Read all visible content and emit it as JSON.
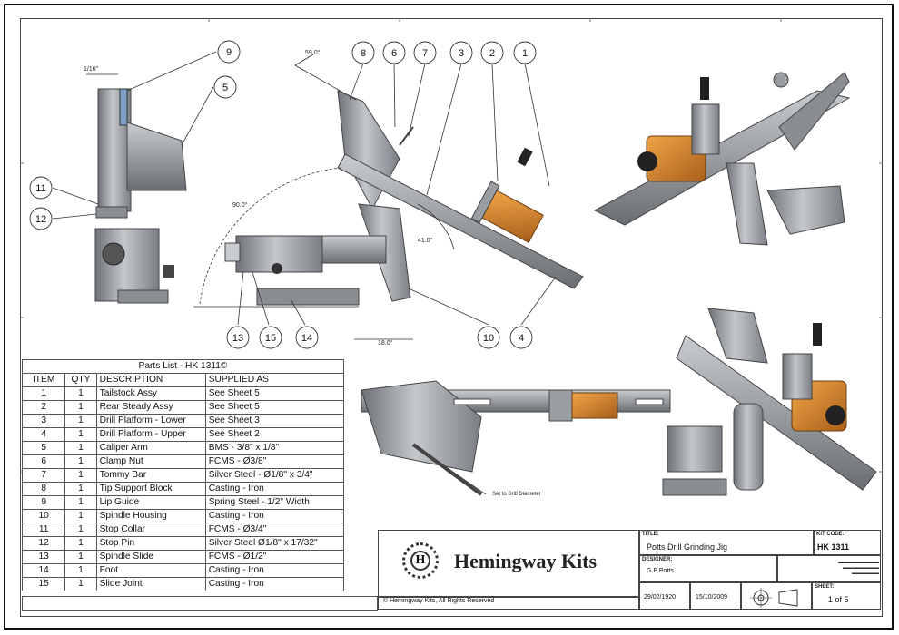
{
  "callouts": {
    "n1": "1",
    "n2": "2",
    "n3": "3",
    "n4": "4",
    "n5": "5",
    "n6": "6",
    "n7": "7",
    "n8": "8",
    "n9": "9",
    "n10": "10",
    "n11": "11",
    "n12": "12",
    "n13": "13",
    "n14": "14",
    "n15": "15"
  },
  "dimensions": {
    "d_116": "1/16\"",
    "d_59": "59.0°",
    "d_90": "90.0°",
    "d_41": "41.0°",
    "d_180": "18.0°",
    "set_to_drill": "Set to Drill Diameter"
  },
  "parts_list": {
    "title": "Parts List - HK 1311©",
    "headers": [
      "ITEM",
      "QTY",
      "DESCRIPTION",
      "SUPPLIED AS"
    ],
    "rows": [
      [
        "1",
        "1",
        "Tailstock Assy",
        "See Sheet 5"
      ],
      [
        "2",
        "1",
        "Rear Steady Assy",
        "See Sheet 5"
      ],
      [
        "3",
        "1",
        "Drill Platform - Lower",
        "See Sheet 3"
      ],
      [
        "4",
        "1",
        "Drill Platform - Upper",
        "See Sheet 2"
      ],
      [
        "5",
        "1",
        "Caliper Arm",
        "BMS - 3/8\" x 1/8\""
      ],
      [
        "6",
        "1",
        "Clamp Nut",
        "FCMS - Ø3/8\""
      ],
      [
        "7",
        "1",
        "Tommy Bar",
        "Silver Steel - Ø1/8\" x 3/4\""
      ],
      [
        "8",
        "1",
        "Tip Support Block",
        "Casting - Iron"
      ],
      [
        "9",
        "1",
        "Lip Guide",
        "Spring Steel - 1/2\" Width"
      ],
      [
        "10",
        "1",
        "Spindle Housing",
        "Casting - Iron"
      ],
      [
        "11",
        "1",
        "Stop Collar",
        "FCMS - Ø3/4\""
      ],
      [
        "12",
        "1",
        "Stop Pin",
        "Silver Steel Ø1/8\" x 17/32\""
      ],
      [
        "13",
        "1",
        "Spindle Slide",
        "FCMS - Ø1/2\""
      ],
      [
        "14",
        "1",
        "Foot",
        "Casting - Iron"
      ],
      [
        "15",
        "1",
        "Slide Joint",
        "Casting - Iron"
      ]
    ]
  },
  "title_block": {
    "brand": "Hemingway Kits",
    "logo_letter": "H",
    "copyright": "© Hemingway Kits, All Rights Reserved",
    "title_label": "TITLE:",
    "title": "Potts Drill Grinding Jig",
    "kitcode_label": "KIT CODE:",
    "kitcode": "HK 1311",
    "designer_label": "DESIGNER:",
    "designer": "G.P Potts",
    "date1": "29/02/1920",
    "date2": "15/10/2009",
    "sheet_label": "SHEET:",
    "sheet": "1 of 5"
  },
  "colors": {
    "metal": "#9a9ea3",
    "metal_dark": "#5d6166",
    "metal_light": "#c9ccd0",
    "brass": "#d98a2b",
    "brass_dark": "#a8601a",
    "knob": "#b38a1d",
    "line": "#222222"
  }
}
